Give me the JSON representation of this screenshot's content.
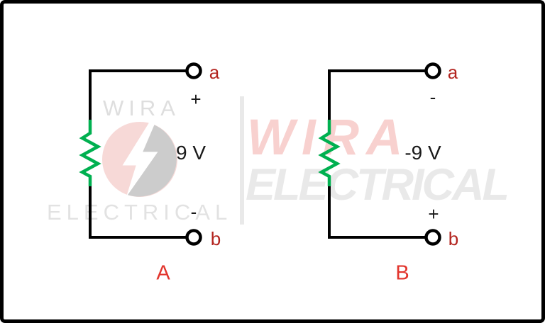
{
  "figure": {
    "type": "circuit-diagram-comparison",
    "watermark": {
      "left_line1": "WIRA",
      "left_line2": "ELECTRICAL",
      "right_line1": "WIRA",
      "right_line2": "ELECTRICAL"
    },
    "colors": {
      "wire": "#000000",
      "resistor_green": "#00b050",
      "terminal_label_red": "#b3241f",
      "caption_red": "#e2342c",
      "voltage_text": "#1a1a1a",
      "watermark_gray": "#e2e2e2",
      "watermark_pink": "#f8d1cf",
      "logo_pink": "#f7d9d7",
      "logo_gray": "#cccccc",
      "border": "#000000"
    },
    "circuits": [
      {
        "caption": "A",
        "component": "resistor",
        "terminal_top": "a",
        "terminal_bottom": "b",
        "polarity_top": "+",
        "polarity_bottom": "-",
        "voltage": "9 V"
      },
      {
        "caption": "B",
        "component": "resistor",
        "terminal_top": "a",
        "terminal_bottom": "b",
        "polarity_top": "-",
        "polarity_bottom": "+",
        "voltage": "-9 V"
      }
    ]
  }
}
